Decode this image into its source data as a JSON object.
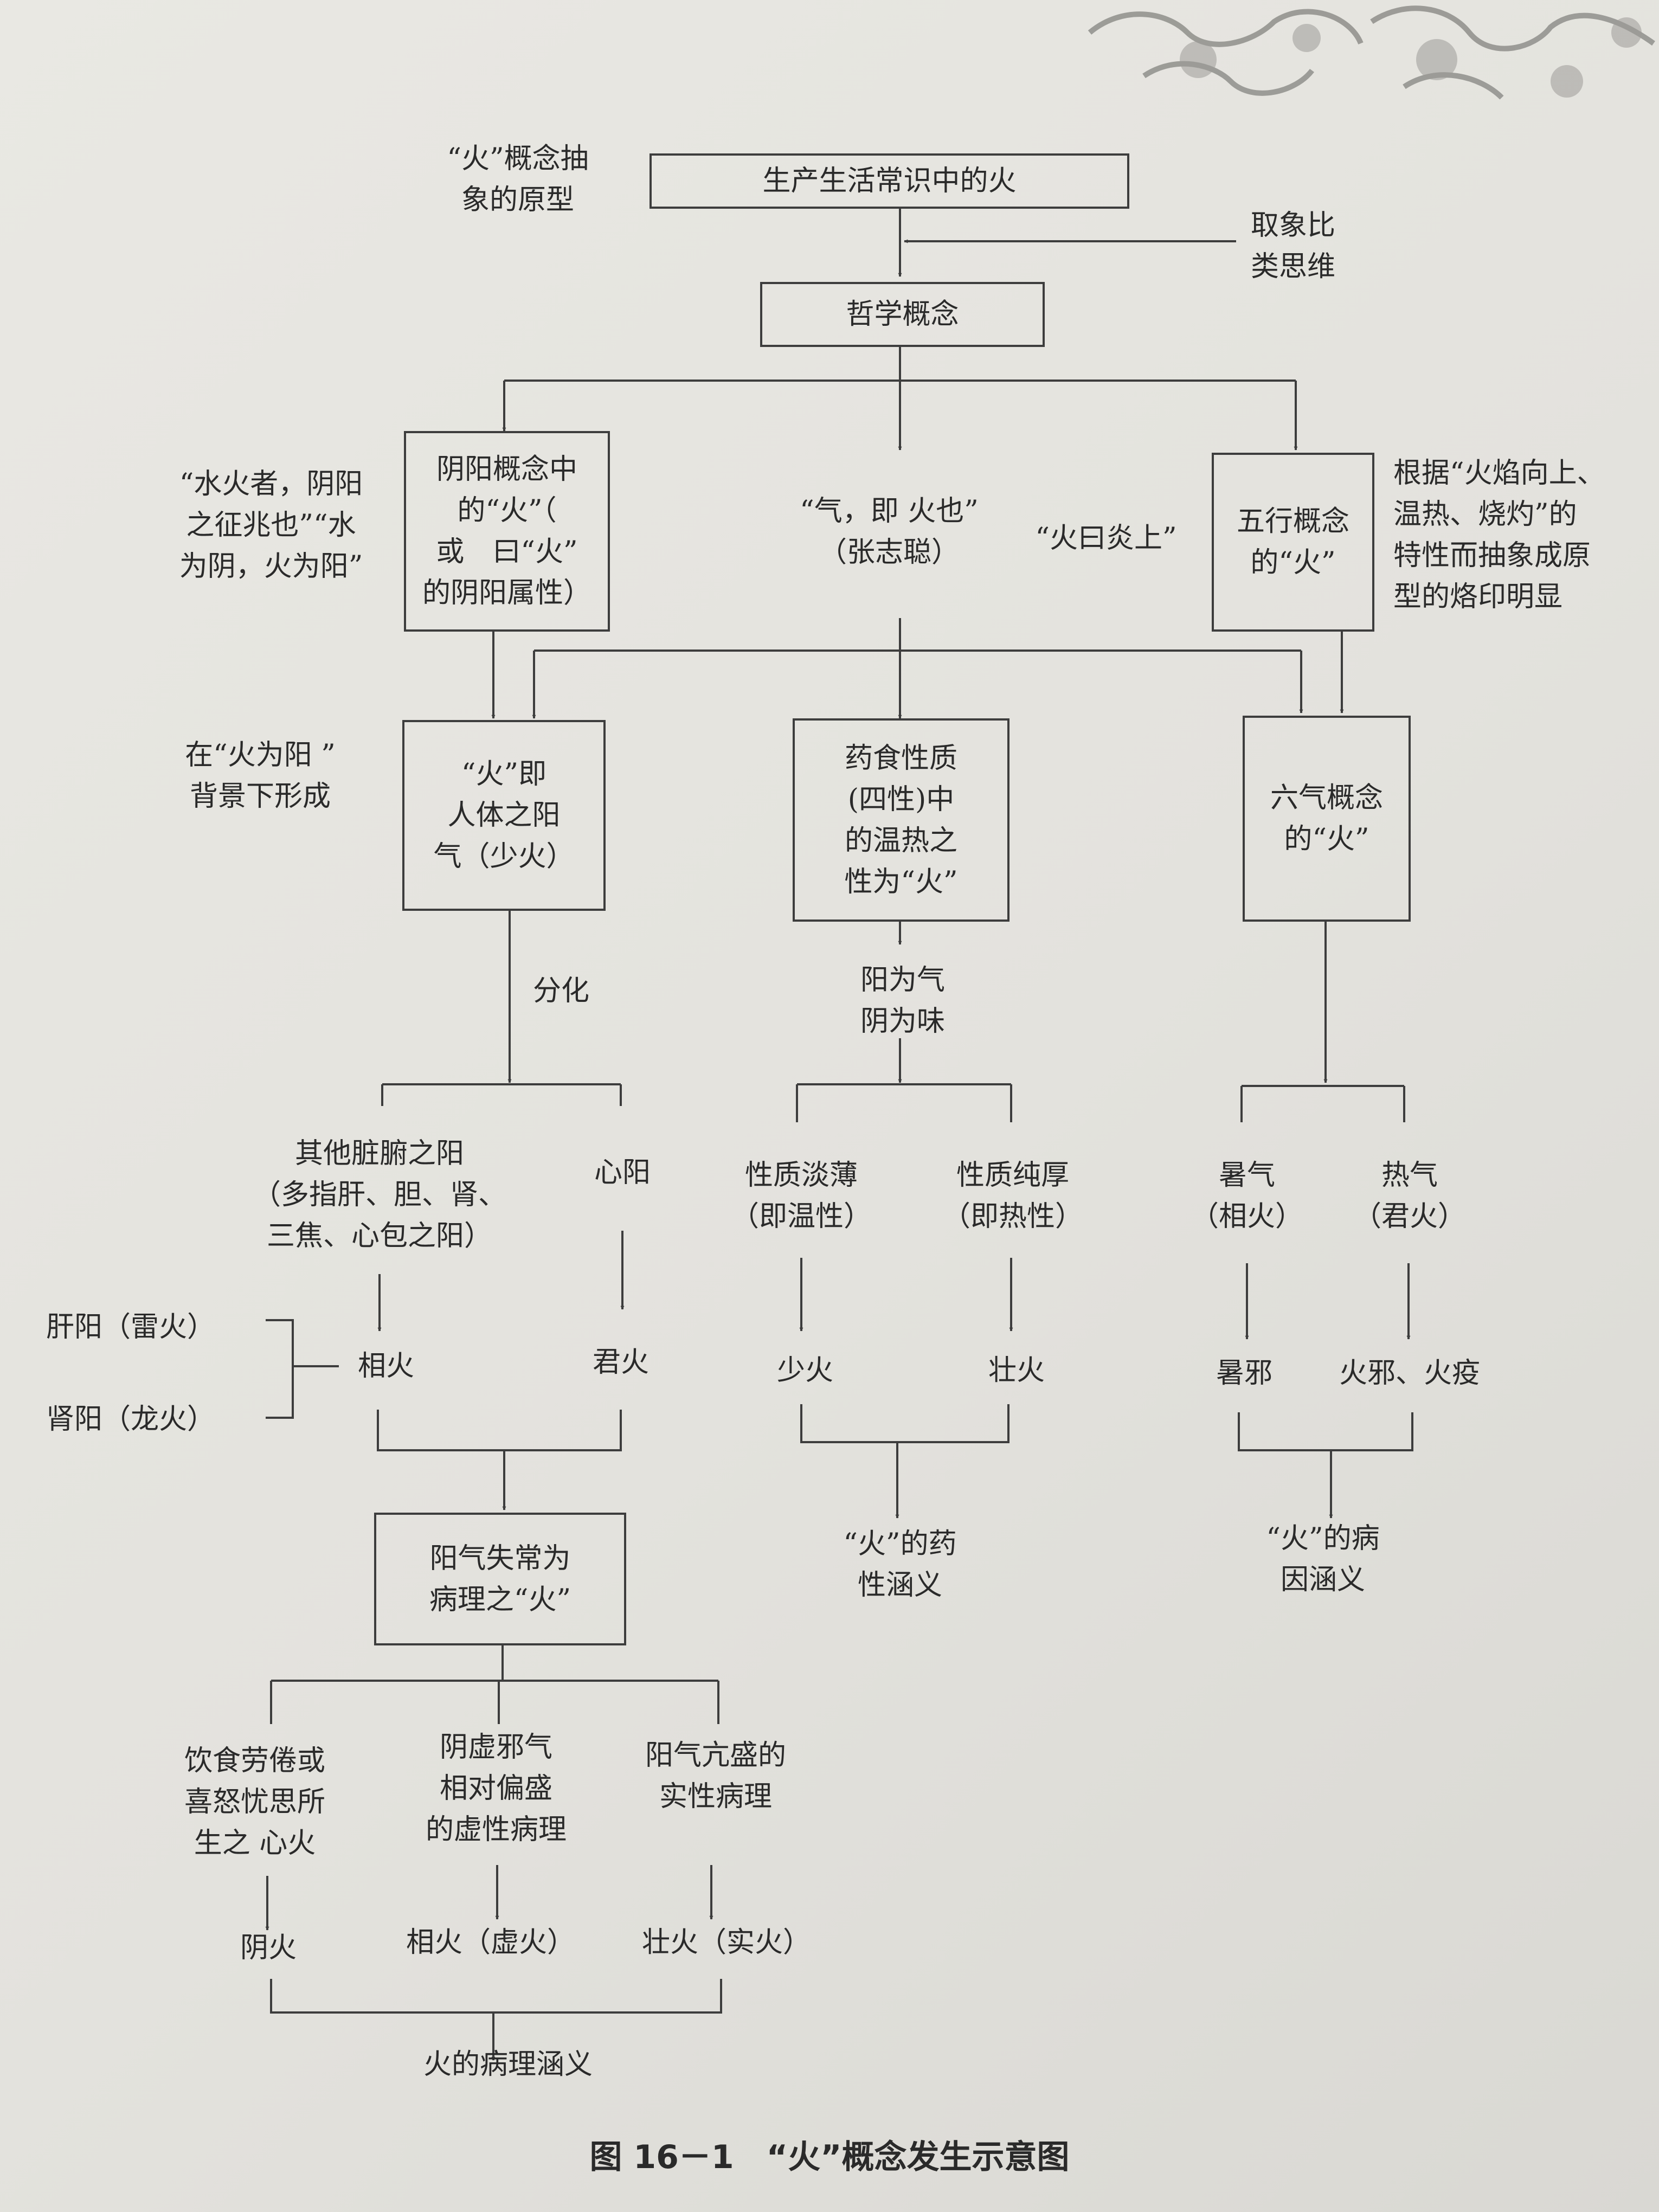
{
  "boxes": {
    "source": "生产生活常识中的火",
    "philosophy": "哲学概念",
    "yinyang": "阴阳概念中\n的“火”（\n或　曰“火”\n的阴阳属性）",
    "wuxing": "五行概念\n的“火”",
    "yangqi": "“火”即\n人体之阳\n气（少火）",
    "yaoshi": "药食性质\n(四性)中\n的温热之\n性为“火”",
    "liuqi": "六气概念\n的“火”",
    "pathology": "阳气失常为\n病理之“火”"
  },
  "labels": {
    "prototype": "“火”概念抽\n象的原型",
    "analogy": "取象比\n类思维",
    "quote_left": "“水火者，阴阳\n之征兆也”“水\n为阴，火为阳”",
    "qi_fire": "“气，即 火也”\n（张志聪）",
    "yan_shang": "“火曰炎上”",
    "note_right": "根据“火焰向上、\n温热、烧灼”的\n特性而抽象成原\n型的烙印明显",
    "bg_yang": "在“火为阳 ”\n背景下形成",
    "fenhua": "分化",
    "qiwei": "阳为气\n阴为味",
    "other_zang": "其他脏腑之阳\n（多指肝、胆、肾、\n三焦、心包之阳）",
    "xinyang": "心阳",
    "dan": "性质淡薄\n（即温性）",
    "hou": "性质纯厚\n（即热性）",
    "shuqi": "暑气\n（相火）",
    "reqi": "热气\n（君火）",
    "ganyang": "肝阳（雷火）",
    "shenyang": "肾阳（龙火）",
    "xianghuo": "相火",
    "junhuo": "君火",
    "shaohuo": "少火",
    "zhuanghuo": "壮火",
    "shuxie": "暑邪",
    "huoxie": "火邪、火疫",
    "yaoxing": "“火”的药\n性涵义",
    "bingyin": "“火”的病\n因涵义",
    "yinshi": "饮食劳倦或\n喜怒忧思所\n生之 心火",
    "yinxu": "阴虚邪气\n相对偏盛\n的虚性病理",
    "kangsheng": "阳气亢盛的\n实性病理",
    "yinhuo": "阴火",
    "xuhuo": "相火（虚火）",
    "shihuo": "壮火（实火）",
    "bingli": "火的病理涵义"
  },
  "caption": "图 16－1　“火”概念发生示意图"
}
